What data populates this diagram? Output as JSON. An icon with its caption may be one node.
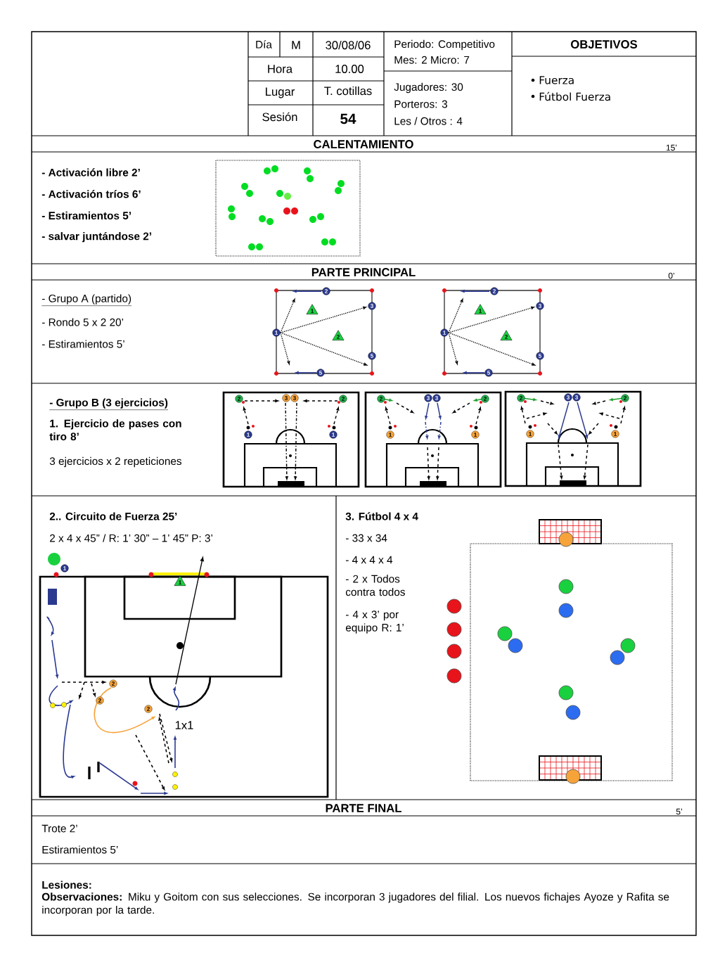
{
  "diagram": {
    "labels": [
      "Día",
      "M",
      "30/08/06",
      "Periodo: Competitivo",
      "OBJETIVOS",
      "Mes: 2  Micro: 7",
      "Hora",
      "10.00",
      "Fuerza",
      "Lugar",
      "T. cotillas",
      "Jugadores:  30",
      "Fútbol Fuerza",
      "Porteros: 3",
      "Sesión",
      "54",
      "Les / Otros : 4",
      "CALENTAMIENTO",
      "15’",
      "- Activación libre  2’",
      "- Activación tríos   6’",
      "- Estiramientos  5’",
      "- salvar juntándose 2’",
      "PARTE PRINCIPAL",
      "0’",
      "- Grupo A (partido)",
      "- Rondo 5 x 2   20’",
      "- Estiramientos  5’",
      "2",
      "3",
      "1",
      "1",
      "2",
      "5",
      "5",
      "2",
      "3",
      "1",
      "1",
      "2",
      "5",
      "5",
      "- Grupo B (3 ejercicios)",
      "1. Ejercicio de pases con tiro 8’",
      "3 ejercicios x 2 repeticiones",
      "2",
      "3",
      "3",
      "2",
      "1",
      "1",
      "2",
      "3",
      "3",
      "2",
      "1",
      "1",
      "2",
      "3",
      "3",
      "2",
      "1",
      "1",
      "2.. Circuito de Fuerza    25’",
      "2 x 4 x 45”   / R: 1’ 30” – 1’ 45” P: 3’",
      "1",
      "1",
      "2",
      "2",
      "2",
      "1x1",
      "3. Fútbol 4 x 4",
      "- 33 x 34",
      "-  4 x 4 x 4",
      "- 2 x Todos contra todos",
      "-  4 x 3’ por equipo  R: 1’",
      "PARTE FINAL",
      "5’",
      "Trote 2’",
      "Estiramientos  5’",
      "Lesiones:",
      "**Observaciones:** Miku y Goitom con sus selecciones. Se incorporan 3 jugadores del filial. Los nuevos fichajes Ayoze y Rafita se incorporan por la tarde."
    ]
  }
}
